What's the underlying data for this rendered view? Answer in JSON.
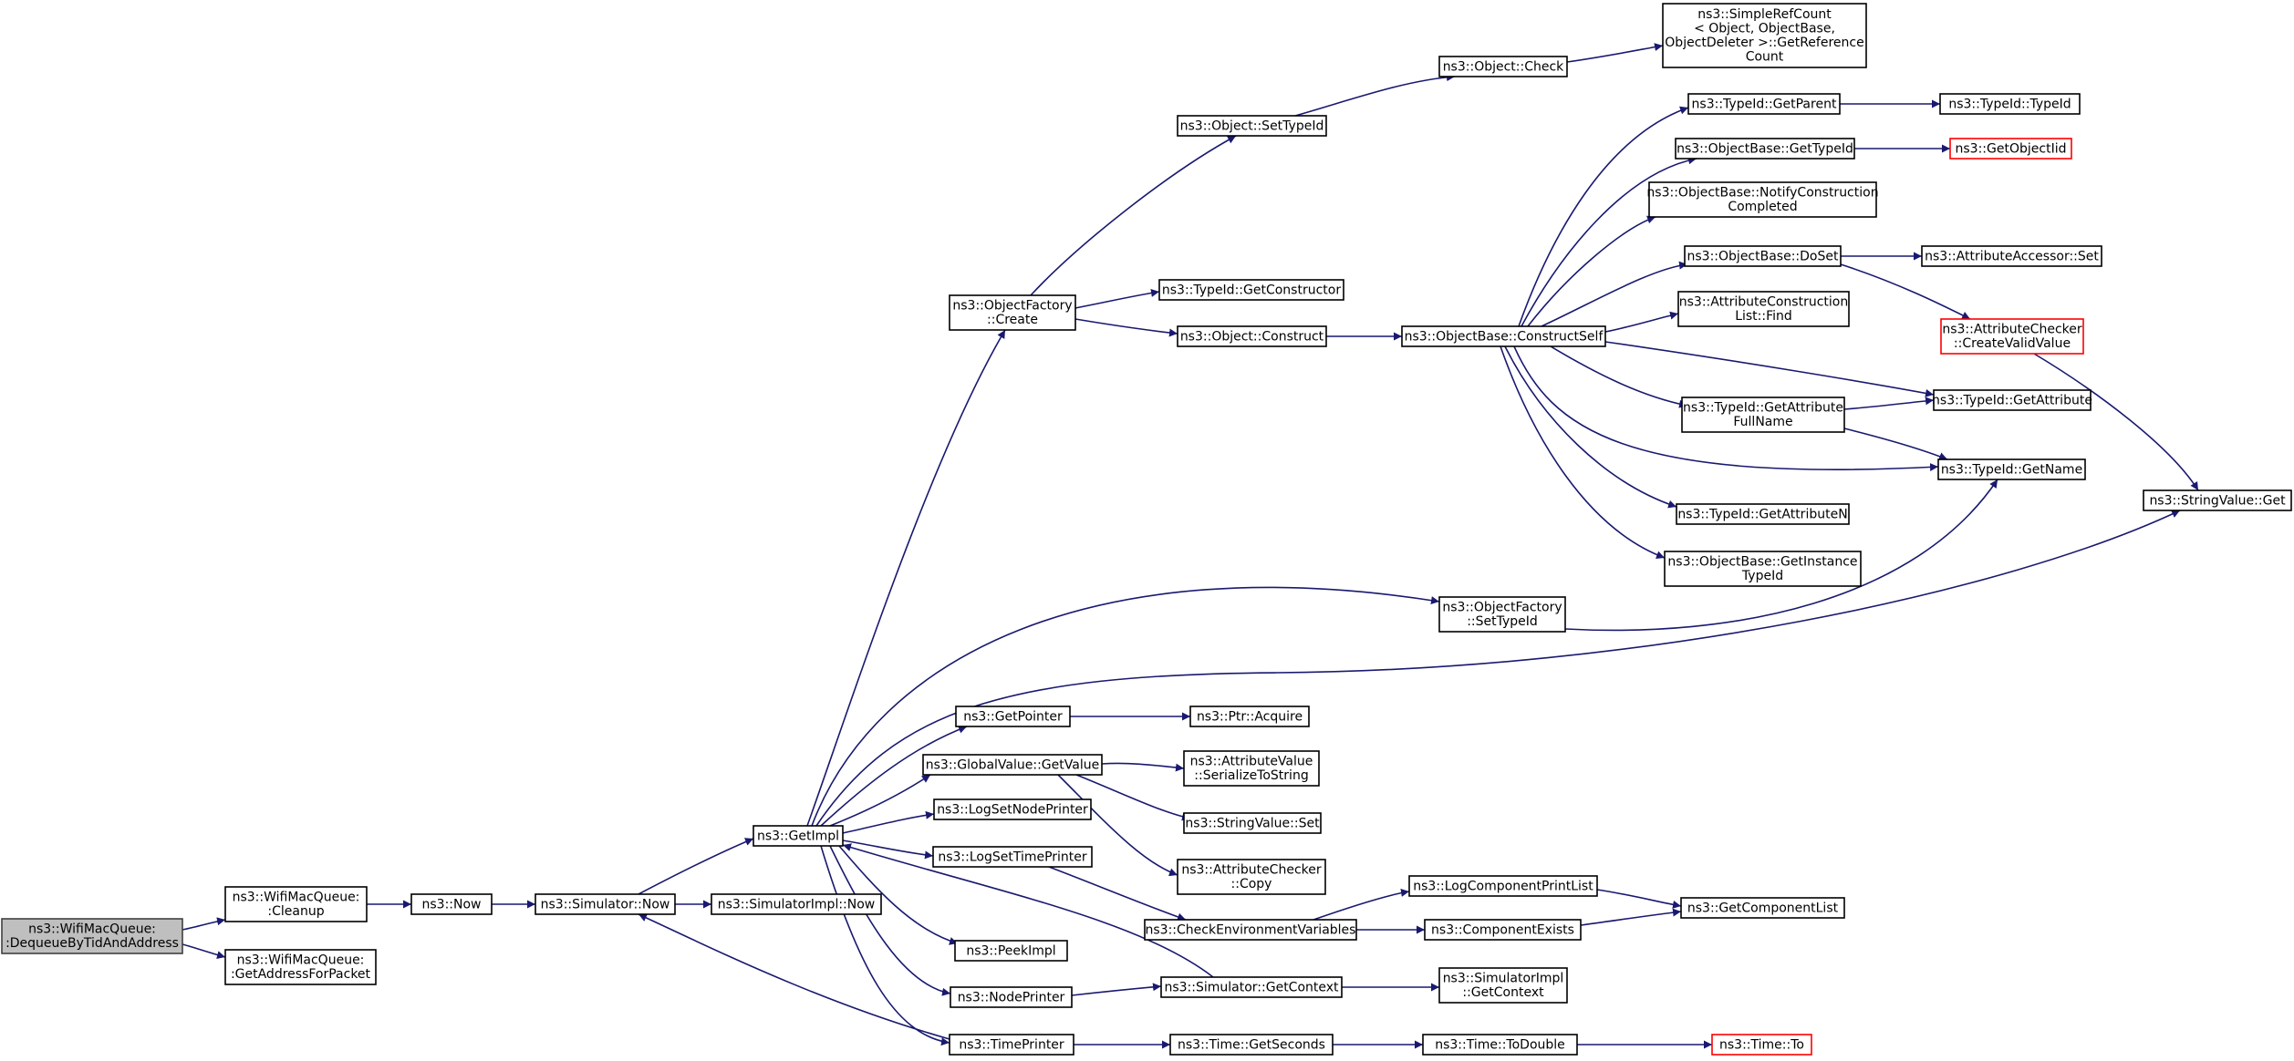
{
  "nodes": [
    {
      "id": "dequeue",
      "lines": [
        "ns3::WifiMacQueue:",
        ":DequeueByTidAndAddress"
      ]
    },
    {
      "id": "cleanup",
      "lines": [
        "ns3::WifiMacQueue:",
        ":Cleanup"
      ]
    },
    {
      "id": "getaddr",
      "lines": [
        "ns3::WifiMacQueue:",
        ":GetAddressForPacket"
      ]
    },
    {
      "id": "now",
      "lines": [
        "ns3::Now"
      ]
    },
    {
      "id": "simnow",
      "lines": [
        "ns3::Simulator::Now"
      ]
    },
    {
      "id": "simimplnow",
      "lines": [
        "ns3::SimulatorImpl::Now"
      ]
    },
    {
      "id": "getimpl",
      "lines": [
        "ns3::GetImpl"
      ]
    },
    {
      "id": "ofcreate",
      "lines": [
        "ns3::ObjectFactory",
        "::Create"
      ]
    },
    {
      "id": "objsettypeid",
      "lines": [
        "ns3::Object::SetTypeId"
      ]
    },
    {
      "id": "objcheck",
      "lines": [
        "ns3::Object::Check"
      ]
    },
    {
      "id": "refcount",
      "lines": [
        "ns3::SimpleRefCount",
        "< Object, ObjectBase,",
        " ObjectDeleter >::GetReference",
        "Count"
      ]
    },
    {
      "id": "getconstructor",
      "lines": [
        "ns3::TypeId::GetConstructor"
      ]
    },
    {
      "id": "objconstruct",
      "lines": [
        "ns3::Object::Construct"
      ]
    },
    {
      "id": "constructself",
      "lines": [
        "ns3::ObjectBase::ConstructSelf"
      ]
    },
    {
      "id": "getparent",
      "lines": [
        "ns3::TypeId::GetParent"
      ]
    },
    {
      "id": "typeidtypeid",
      "lines": [
        "ns3::TypeId::TypeId"
      ]
    },
    {
      "id": "obgettypeid",
      "lines": [
        "ns3::ObjectBase::GetTypeId"
      ]
    },
    {
      "id": "getobjectiid",
      "lines": [
        "ns3::GetObjectIid"
      ],
      "red": true
    },
    {
      "id": "notifyconstr",
      "lines": [
        "ns3::ObjectBase::NotifyConstruction",
        "Completed"
      ]
    },
    {
      "id": "doset",
      "lines": [
        "ns3::ObjectBase::DoSet"
      ]
    },
    {
      "id": "accessorset",
      "lines": [
        "ns3::AttributeAccessor::Set"
      ]
    },
    {
      "id": "attrconstrfind",
      "lines": [
        "ns3::AttributeConstruction",
        "List::Find"
      ]
    },
    {
      "id": "createvalid",
      "lines": [
        "ns3::AttributeChecker",
        "::CreateValidValue"
      ],
      "red": true
    },
    {
      "id": "getattribute",
      "lines": [
        "ns3::TypeId::GetAttribute"
      ]
    },
    {
      "id": "getattrfull",
      "lines": [
        "ns3::TypeId::GetAttribute",
        "FullName"
      ]
    },
    {
      "id": "getname",
      "lines": [
        "ns3::TypeId::GetName"
      ]
    },
    {
      "id": "stringget",
      "lines": [
        "ns3::StringValue::Get"
      ]
    },
    {
      "id": "getattrn",
      "lines": [
        "ns3::TypeId::GetAttributeN"
      ]
    },
    {
      "id": "getinstance",
      "lines": [
        "ns3::ObjectBase::GetInstance",
        "TypeId"
      ]
    },
    {
      "id": "ofsettypeid",
      "lines": [
        "ns3::ObjectFactory",
        "::SetTypeId"
      ]
    },
    {
      "id": "getpointer",
      "lines": [
        "ns3::GetPointer"
      ]
    },
    {
      "id": "ptracquire",
      "lines": [
        "ns3::Ptr::Acquire"
      ]
    },
    {
      "id": "gvgetvalue",
      "lines": [
        "ns3::GlobalValue::GetValue"
      ]
    },
    {
      "id": "serialize",
      "lines": [
        "ns3::AttributeValue",
        "::SerializeToString"
      ]
    },
    {
      "id": "lognodeprinter",
      "lines": [
        "ns3::LogSetNodePrinter"
      ]
    },
    {
      "id": "stringset",
      "lines": [
        "ns3::StringValue::Set"
      ]
    },
    {
      "id": "logtimeprinter",
      "lines": [
        "ns3::LogSetTimePrinter"
      ]
    },
    {
      "id": "checkercopy",
      "lines": [
        "ns3::AttributeChecker",
        "::Copy"
      ]
    },
    {
      "id": "logcomplist",
      "lines": [
        "ns3::LogComponentPrintList"
      ]
    },
    {
      "id": "checkenv",
      "lines": [
        "ns3::CheckEnvironmentVariables"
      ]
    },
    {
      "id": "compexists",
      "lines": [
        "ns3::ComponentExists"
      ]
    },
    {
      "id": "getcomplist",
      "lines": [
        "ns3::GetComponentList"
      ]
    },
    {
      "id": "peekimpl",
      "lines": [
        "ns3::PeekImpl"
      ]
    },
    {
      "id": "nodeprinter",
      "lines": [
        "ns3::NodePrinter"
      ]
    },
    {
      "id": "simgetcontext",
      "lines": [
        "ns3::Simulator::GetContext"
      ]
    },
    {
      "id": "simimplgetcontext",
      "lines": [
        "ns3::SimulatorImpl",
        "::GetContext"
      ]
    },
    {
      "id": "timeprinter",
      "lines": [
        "ns3::TimePrinter"
      ]
    },
    {
      "id": "getseconds",
      "lines": [
        "ns3::Time::GetSeconds"
      ]
    },
    {
      "id": "todouble",
      "lines": [
        "ns3::Time::ToDouble"
      ]
    },
    {
      "id": "timeto",
      "lines": [
        "ns3::Time::To"
      ],
      "red": true
    }
  ],
  "edges": [
    [
      "dequeue",
      "cleanup"
    ],
    [
      "dequeue",
      "getaddr"
    ],
    [
      "cleanup",
      "now"
    ],
    [
      "now",
      "simnow"
    ],
    [
      "simnow",
      "getimpl"
    ],
    [
      "simnow",
      "simimplnow"
    ],
    [
      "getimpl",
      "ofcreate"
    ],
    [
      "ofcreate",
      "objsettypeid"
    ],
    [
      "objsettypeid",
      "objcheck"
    ],
    [
      "objcheck",
      "refcount"
    ],
    [
      "ofcreate",
      "getconstructor"
    ],
    [
      "ofcreate",
      "objconstruct"
    ],
    [
      "objconstruct",
      "constructself"
    ],
    [
      "constructself",
      "getparent"
    ],
    [
      "getparent",
      "typeidtypeid"
    ],
    [
      "constructself",
      "obgettypeid"
    ],
    [
      "obgettypeid",
      "getobjectiid"
    ],
    [
      "constructself",
      "notifyconstr"
    ],
    [
      "constructself",
      "doset"
    ],
    [
      "doset",
      "accessorset"
    ],
    [
      "doset",
      "createvalid"
    ],
    [
      "createvalid",
      "stringget"
    ],
    [
      "constructself",
      "attrconstrfind"
    ],
    [
      "constructself",
      "getattribute"
    ],
    [
      "constructself",
      "getattrfull"
    ],
    [
      "getattrfull",
      "getattribute"
    ],
    [
      "getattrfull",
      "getname"
    ],
    [
      "constructself",
      "getname"
    ],
    [
      "constructself",
      "getattrn"
    ],
    [
      "constructself",
      "getinstance"
    ],
    [
      "getimpl",
      "ofsettypeid"
    ],
    [
      "ofsettypeid",
      "getname"
    ],
    [
      "getimpl",
      "stringget"
    ],
    [
      "getimpl",
      "getpointer"
    ],
    [
      "getpointer",
      "ptracquire"
    ],
    [
      "getimpl",
      "gvgetvalue"
    ],
    [
      "gvgetvalue",
      "serialize"
    ],
    [
      "gvgetvalue",
      "stringset"
    ],
    [
      "gvgetvalue",
      "checkercopy"
    ],
    [
      "getimpl",
      "lognodeprinter"
    ],
    [
      "getimpl",
      "logtimeprinter"
    ],
    [
      "logtimeprinter",
      "checkenv"
    ],
    [
      "checkenv",
      "logcomplist"
    ],
    [
      "checkenv",
      "compexists"
    ],
    [
      "logcomplist",
      "getcomplist"
    ],
    [
      "compexists",
      "getcomplist"
    ],
    [
      "getimpl",
      "peekimpl"
    ],
    [
      "getimpl",
      "nodeprinter"
    ],
    [
      "nodeprinter",
      "simgetcontext"
    ],
    [
      "simgetcontext",
      "getimpl"
    ],
    [
      "simgetcontext",
      "simimplgetcontext"
    ],
    [
      "getimpl",
      "timeprinter"
    ],
    [
      "timeprinter",
      "simnow"
    ],
    [
      "timeprinter",
      "getseconds"
    ],
    [
      "getseconds",
      "todouble"
    ],
    [
      "todouble",
      "timeto"
    ]
  ]
}
